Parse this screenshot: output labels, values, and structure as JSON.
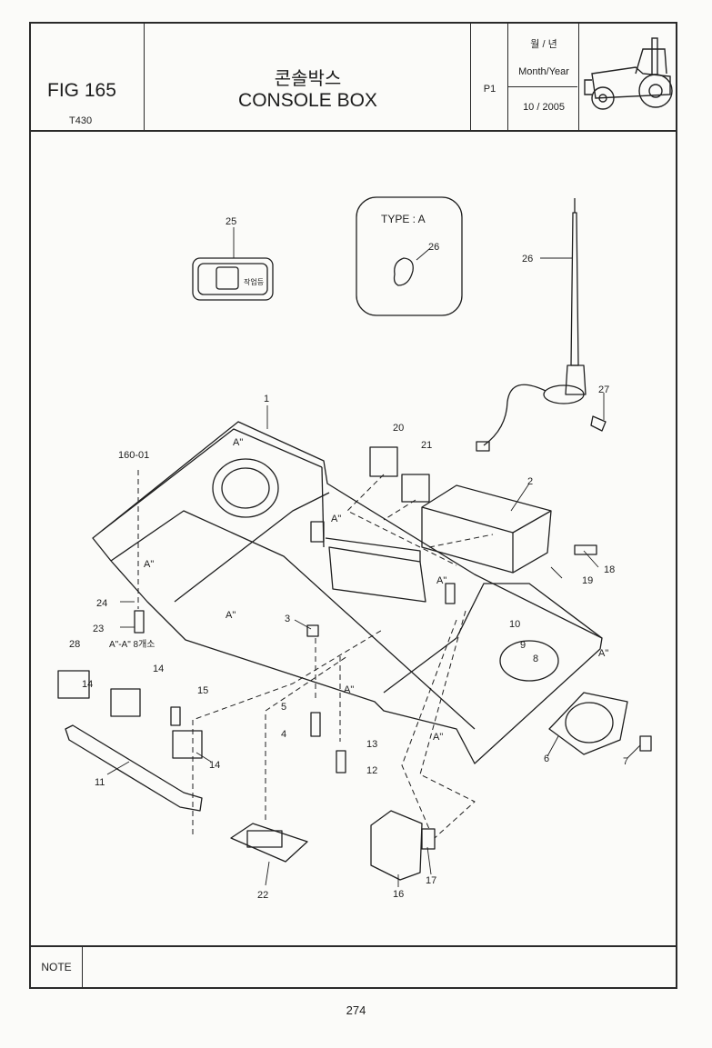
{
  "header": {
    "fig": "FIG 165",
    "model": "T430",
    "title_ko": "콘솔박스",
    "title_en": "CONSOLE BOX",
    "page": "P1",
    "date_label_ko": "월 / 년",
    "date_label_en": "Month/Year",
    "date_value": "10 / 2005"
  },
  "diagram": {
    "type_label": "TYPE : A",
    "switch_text": "작업등",
    "section_note": "A\"-A\" 8개소",
    "ref": "160-01",
    "section_marks": [
      "A\"",
      "A\"",
      "A\"",
      "A\"",
      "A\"",
      "A\"",
      "A\"",
      "A\""
    ],
    "callouts": [
      "1",
      "2",
      "3",
      "4",
      "5",
      "6",
      "7",
      "8",
      "9",
      "10",
      "11",
      "12",
      "13",
      "14",
      "14",
      "14",
      "15",
      "16",
      "17",
      "18",
      "19",
      "20",
      "21",
      "22",
      "23",
      "24",
      "25",
      "26",
      "26",
      "27",
      "28"
    ]
  },
  "note_label": "NOTE",
  "page_number": "274"
}
